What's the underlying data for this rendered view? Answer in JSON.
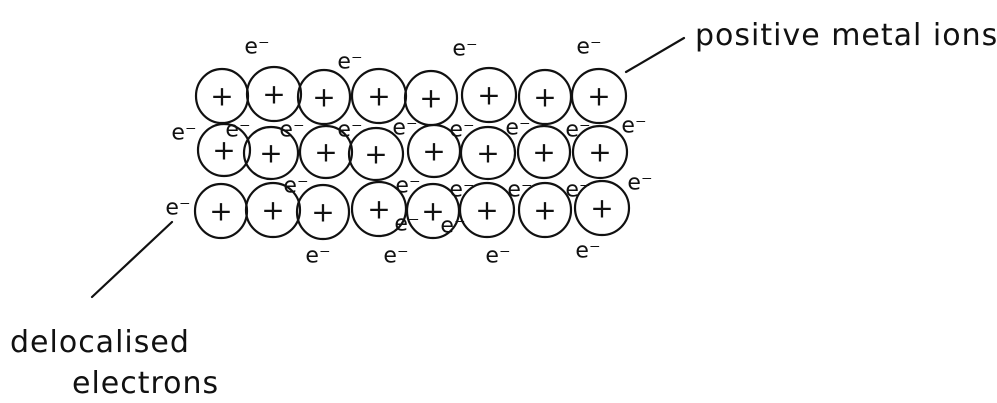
{
  "labels": {
    "ions": "positive metal ions",
    "electrons_line1": "delocalised",
    "electrons_line2": "electrons"
  },
  "lattice": {
    "rows": 3,
    "columns": 8,
    "ion_symbol": "+",
    "electron_symbol": "e⁻",
    "electron_count": 26
  },
  "colors": {
    "ink": "#111111",
    "background": "#ffffff"
  }
}
